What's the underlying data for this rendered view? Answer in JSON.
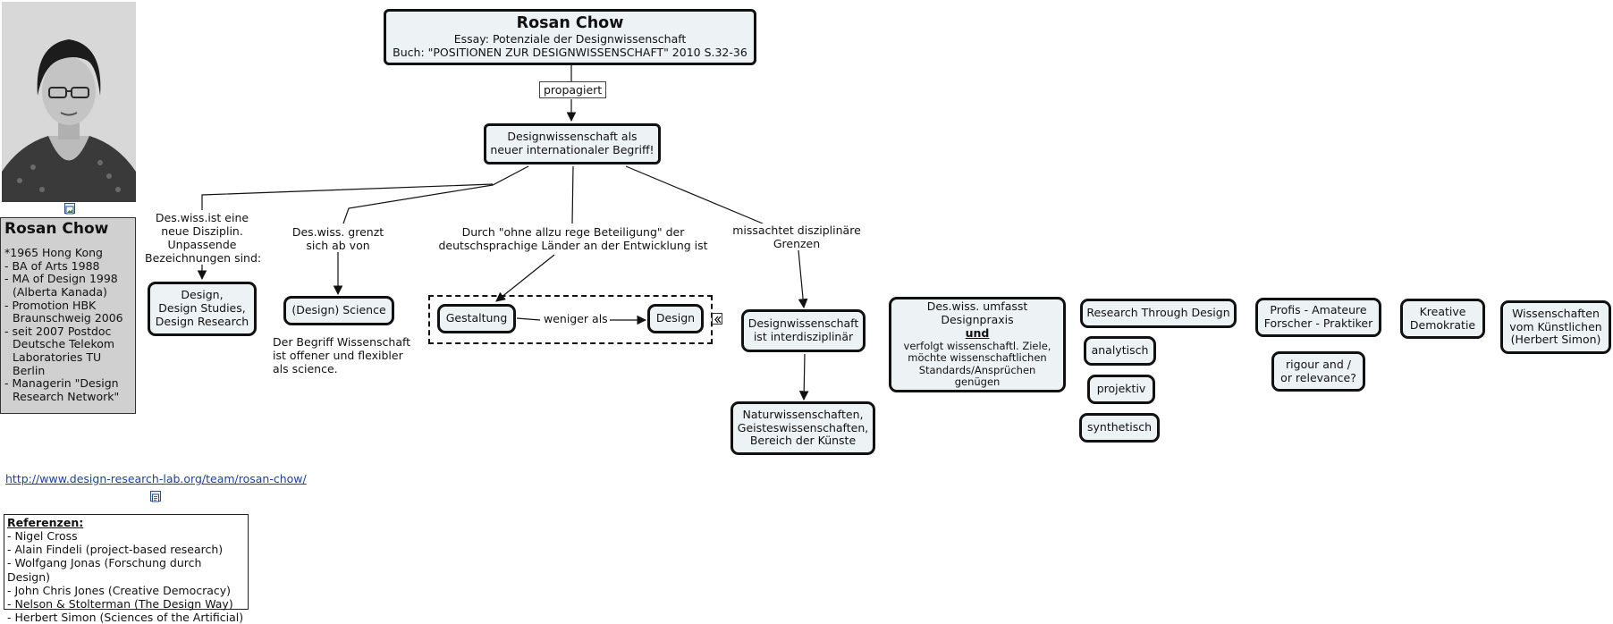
{
  "profile": {
    "name": "Rosan Chow",
    "bio": [
      "*1965 Hong Kong",
      "- BA of Arts 1988",
      "- MA of Design 1998 (Alberta Kanada)",
      "- Promotion HBK Braunschweig 2006",
      "- seit 2007 Postdoc Deutsche Telekom Laboratories TU Berlin",
      "- Managerin \"Design Research Network\""
    ],
    "link": "http://www.design-research-lab.org/team/rosan-chow/"
  },
  "references": {
    "title": "Referenzen:",
    "items": [
      "- Nigel Cross",
      "- Alain Findeli (project-based research)",
      "- Wolfgang Jonas (Forschung durch Design)",
      "- John Chris Jones (Creative Democracy)",
      "- Nelson & Stolterman (The Design Way)",
      "- Herbert Simon (Sciences of the Artificial)"
    ]
  },
  "map": {
    "root": {
      "title": "Rosan Chow",
      "line1": "Essay: Potenziale der Designwissenschaft",
      "line2": "Buch: \"POSITIONEN ZUR DESIGNWISSENSCHAFT\" 2010 S.32-36"
    },
    "link_propagiert": "propagiert",
    "center": {
      "line1": "Designwissenschaft als",
      "line2": "neuer internationaler Begriff!"
    },
    "branch_labels": {
      "disziplin": {
        "line1": "Des.wiss.ist eine",
        "line2": "neue Disziplin.",
        "line3": "Unpassende",
        "line4": "Bezeichnungen sind:"
      },
      "grenzt": {
        "line1": "Des.wiss. grenzt",
        "line2": "sich ab von"
      },
      "beteiligung": {
        "line1": "Durch \"ohne allzu rege Beteiligung\" der",
        "line2": "deutschsprachige Länder an der Entwicklung ist"
      },
      "missachtet": {
        "line1": "missachtet disziplinäre",
        "line2": "Grenzen"
      }
    },
    "nodes": {
      "design_studies": {
        "line1": "Design,",
        "line2": "Design Studies,",
        "line3": "Design Research"
      },
      "science": "(Design) Science",
      "science_note": {
        "line1": "Der Begriff Wissenschaft",
        "line2": "ist offener und flexibler",
        "line3": "als science."
      },
      "gestaltung": "Gestaltung",
      "weniger_als": "weniger als",
      "design": "Design",
      "interdisziplinaer": {
        "line1": "Designwissenschaft",
        "line2": "ist interdisziplinär"
      },
      "naturwiss": {
        "line1": "Naturwissenschaften,",
        "line2": "Geisteswissenschaften,",
        "line3": "Bereich der Künste"
      },
      "designpraxis": {
        "line1": "Des.wiss. umfasst",
        "line2": "Designpraxis",
        "line3": "und",
        "line4": "verfolgt wissenschaftl. Ziele,",
        "line5": "möchte wissenschaftlichen",
        "line6": "Standards/Ansprüchen genügen"
      },
      "research_through_design": "Research Through Design",
      "analytisch": "analytisch",
      "projektiv": "projektiv",
      "synthetisch": "synthetisch",
      "profis": {
        "line1": "Profis - Amateure",
        "line2": "Forscher - Praktiker"
      },
      "rigour": {
        "line1": "rigour and /",
        "line2": "or relevance?"
      },
      "kreative": {
        "line1": "Kreative",
        "line2": "Demokratie"
      },
      "wissenschaften_kuenstlichen": {
        "line1": "Wissenschaften",
        "line2": "vom Künstlichen",
        "line3": "(Herbert Simon)"
      }
    }
  },
  "colors": {
    "node_fill": "#edf3f4",
    "border": "#111111",
    "bio_fill": "#d0d0d0",
    "link": "#1a3fa8"
  },
  "icons": {
    "photo_attachment": "image-attachment-icon",
    "link_attachment": "document-attachment-icon",
    "collapse": "collapse-arrow-icon"
  }
}
